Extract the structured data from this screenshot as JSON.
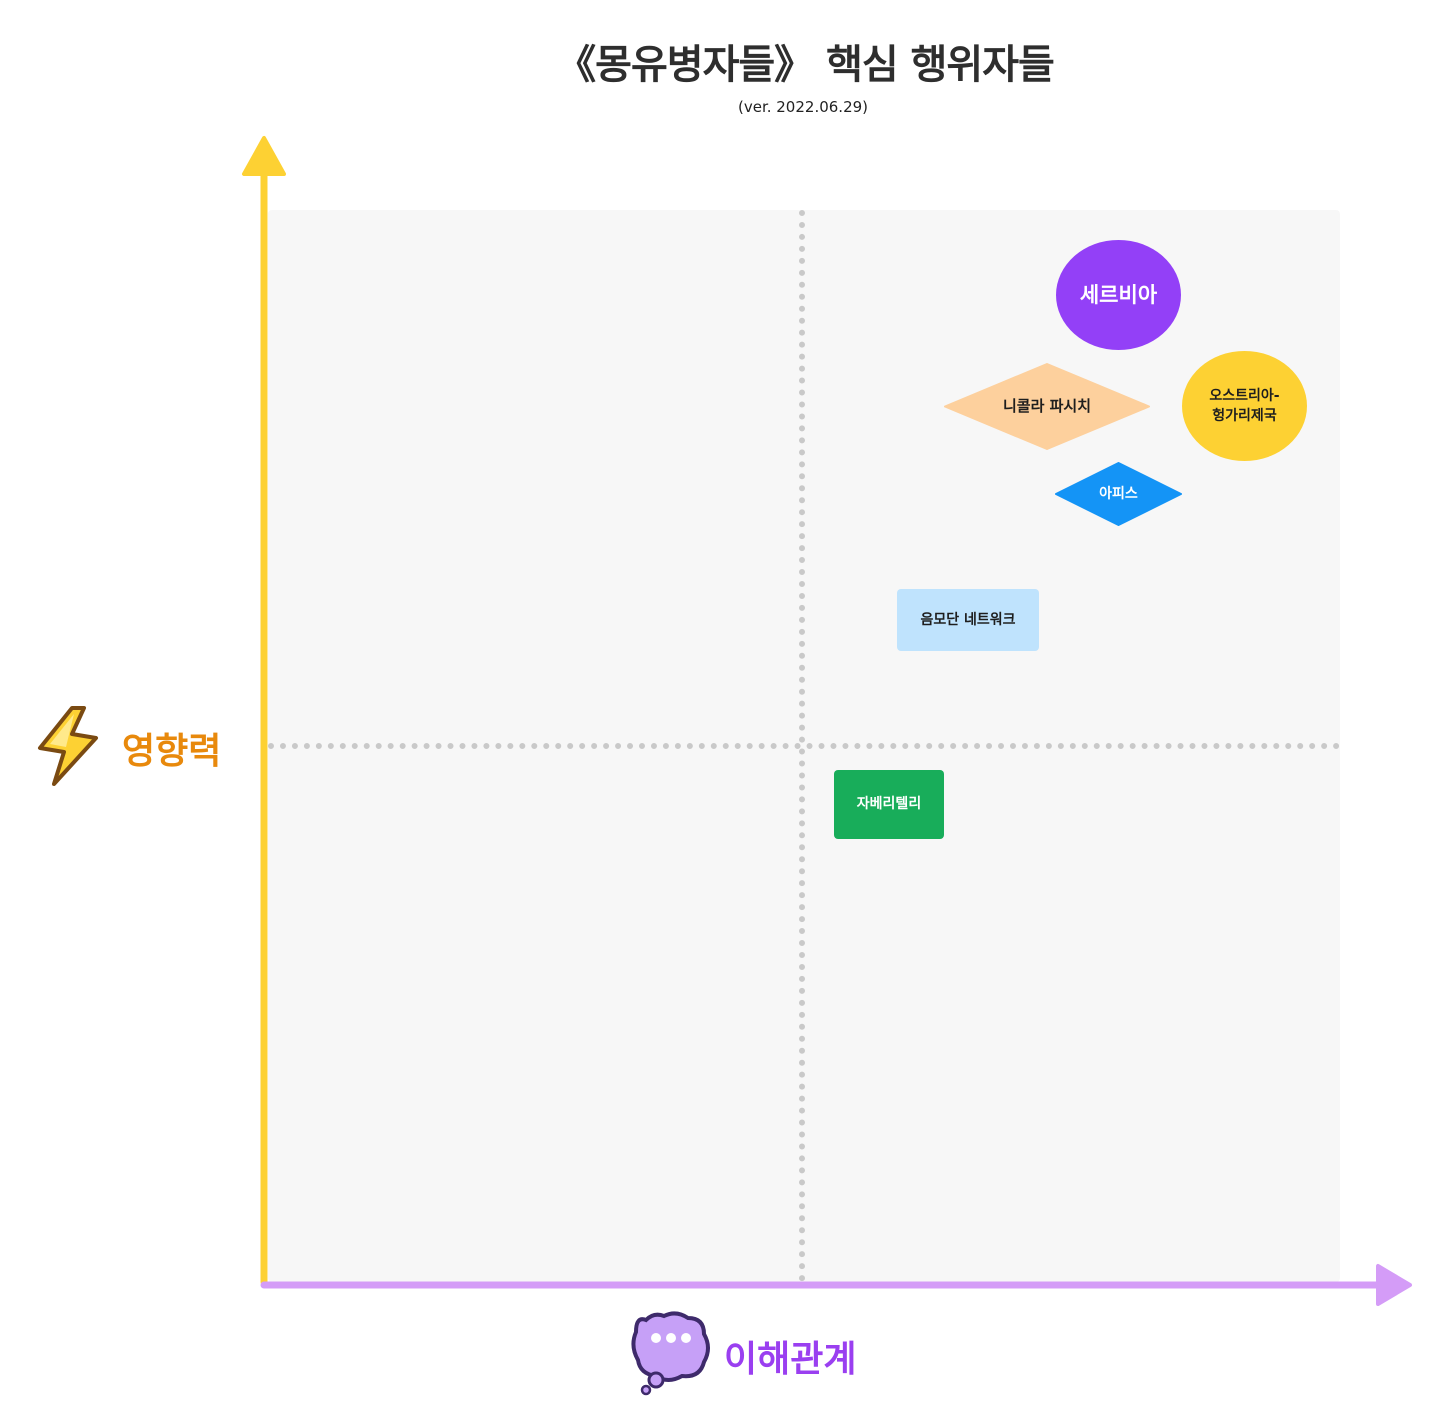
{
  "title": "《몽유병자들》 핵심 행위자들",
  "subtitle": "(ver. 2022.06.29)",
  "axes": {
    "y_label": "영향력",
    "x_label": "이해관계",
    "y_icon": "lightning-bolt-icon",
    "x_icon": "thought-bubble-icon",
    "y_color": "#fdd133",
    "x_color": "#d49cf7"
  },
  "actors": [
    {
      "id": "serbia",
      "label": "세르비아",
      "shape": "circle",
      "color": "#9340f7",
      "text_color": "#ffffff"
    },
    {
      "id": "austria",
      "label_line1": "오스트리아-",
      "label_line2": "헝가리제국",
      "shape": "circle",
      "color": "#fdd133",
      "text_color": "#1e1e1e"
    },
    {
      "id": "pasic",
      "label": "니콜라 파시치",
      "shape": "diamond",
      "color": "#fdd09d",
      "text_color": "#1e1e1e"
    },
    {
      "id": "apis",
      "label": "아피스",
      "shape": "diamond",
      "color": "#1494f6",
      "text_color": "#ffffff"
    },
    {
      "id": "narodna",
      "label": "음모단 네트워크",
      "shape": "rectangle",
      "color": "#bfe3fd",
      "text_color": "#1e1e1e"
    },
    {
      "id": "javeriteli",
      "label": "자베리텔리",
      "shape": "rectangle",
      "color": "#18ad5a",
      "text_color": "#ffffff"
    }
  ]
}
